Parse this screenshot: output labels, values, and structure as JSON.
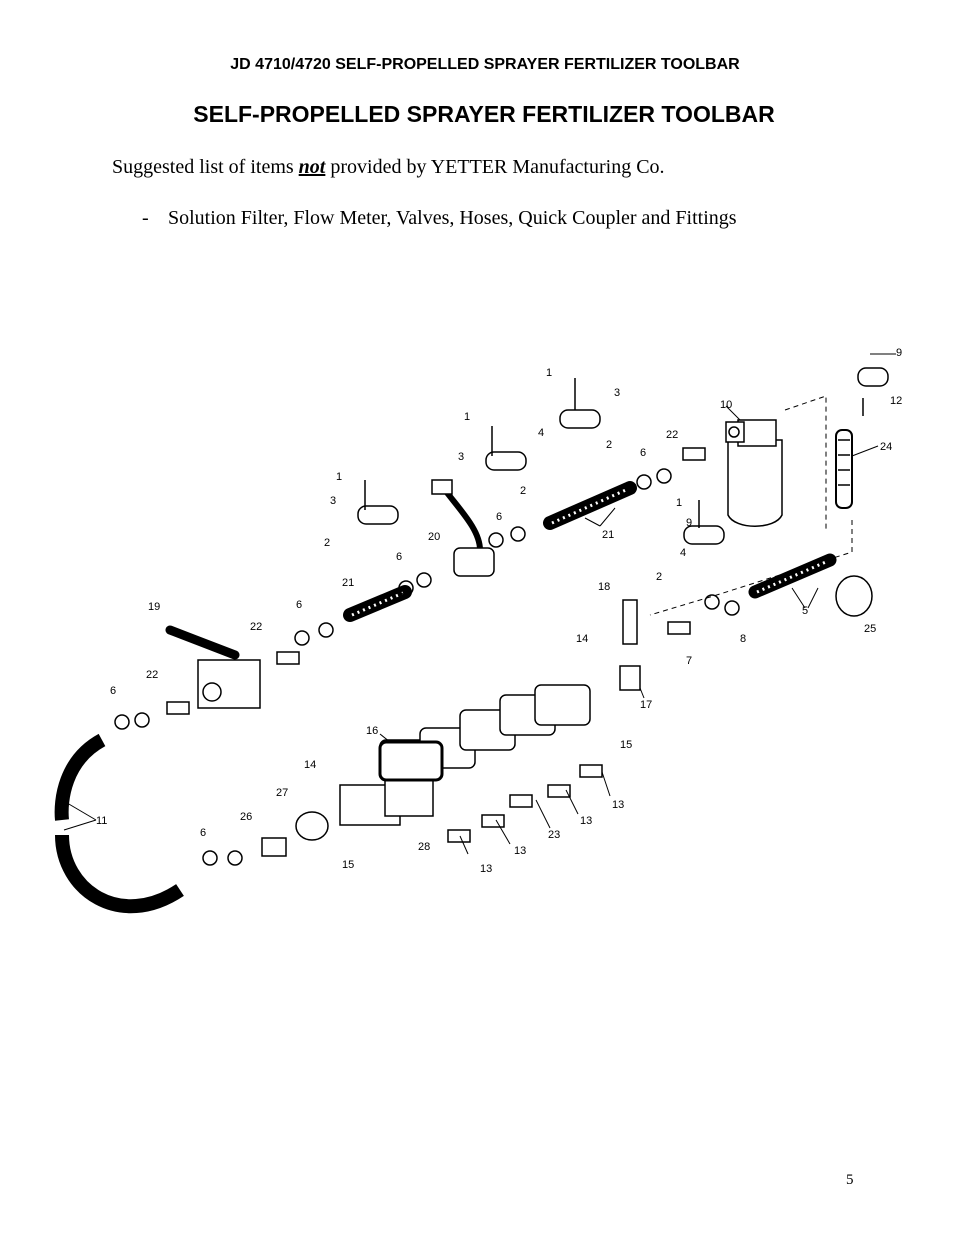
{
  "header": "JD 4710/4720 SELF-PROPELLED SPRAYER FERTILIZER TOOLBAR",
  "title": "SELF-PROPELLED SPRAYER FERTILIZER TOOLBAR",
  "intro": {
    "before": "Suggested list of items ",
    "emphasis": "not",
    "after": " provided by YETTER Manufacturing Co."
  },
  "list": [
    {
      "dash": "-",
      "text": "Solution Filter, Flow Meter, Valves, Hoses, Quick Coupler and Fittings"
    }
  ],
  "callouts": {
    "c9a": "9",
    "c12": "12",
    "c1a": "1",
    "c3a": "3",
    "c10": "10",
    "c24": "24",
    "c1b": "1",
    "c4a": "4",
    "c2a": "2",
    "c22a": "22",
    "c3b": "3",
    "c2b": "2",
    "c6a": "6",
    "c1c": "1",
    "c3c": "3",
    "c2c": "2",
    "c6b": "6",
    "c21a": "21",
    "c1d": "1",
    "c9b": "9",
    "c4b": "4",
    "c2d": "2",
    "c20": "20",
    "c6c": "6",
    "c21b": "21",
    "c18": "18",
    "c5": "5",
    "c25": "25",
    "c19": "19",
    "c22b": "22",
    "c6d": "6",
    "c14a": "14",
    "c7": "7",
    "c8": "8",
    "c22c": "22",
    "c17": "17",
    "c6e": "6",
    "c15a": "15",
    "c16": "16",
    "c14b": "14",
    "c11": "11",
    "c27": "27",
    "c26": "26",
    "c13a": "13",
    "c13b": "13",
    "c23": "23",
    "c6f": "6",
    "c28": "28",
    "c13c": "13",
    "c13d": "13",
    "c15b": "15"
  },
  "page_number": "5"
}
